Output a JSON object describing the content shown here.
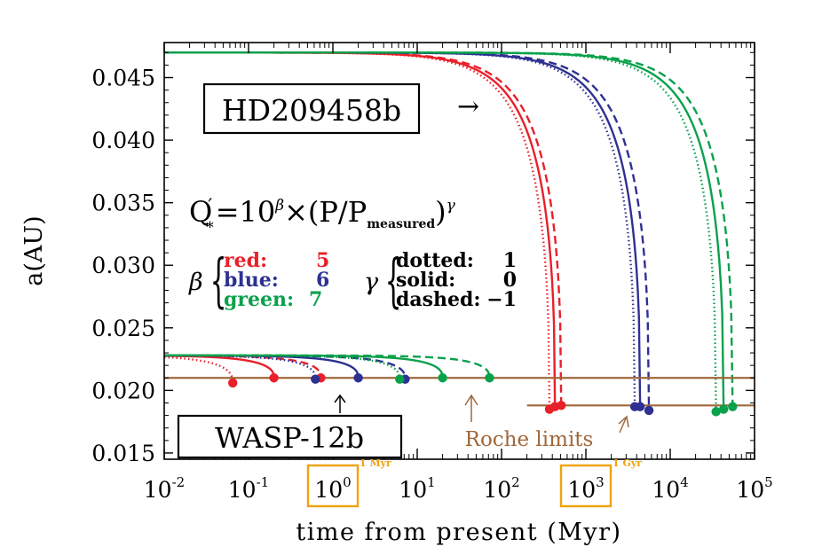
{
  "chart_data": {
    "type": "line",
    "xlabel": "time from present (Myr)",
    "ylabel": "a(AU)",
    "x_scale": "log",
    "xlim": [
      0.01,
      100000
    ],
    "ylim": [
      0.0145,
      0.0478
    ],
    "x_ticks": [
      {
        "value": 0.01,
        "base": "10",
        "exp": "-2"
      },
      {
        "value": 0.1,
        "base": "10",
        "exp": "-1"
      },
      {
        "value": 1,
        "base": "10",
        "exp": "0"
      },
      {
        "value": 10,
        "base": "10",
        "exp": "1"
      },
      {
        "value": 100,
        "base": "10",
        "exp": "2"
      },
      {
        "value": 1000,
        "base": "10",
        "exp": "3"
      },
      {
        "value": 10000,
        "base": "10",
        "exp": "4"
      },
      {
        "value": 100000,
        "base": "10",
        "exp": "5"
      }
    ],
    "y_ticks": [
      {
        "value": 0.015,
        "label": "0.015"
      },
      {
        "value": 0.02,
        "label": "0.020"
      },
      {
        "value": 0.025,
        "label": "0.025"
      },
      {
        "value": 0.03,
        "label": "0.030"
      },
      {
        "value": 0.035,
        "label": "0.035"
      },
      {
        "value": 0.04,
        "label": "0.040"
      },
      {
        "value": 0.045,
        "label": "0.045"
      }
    ],
    "highlight_ticks": [
      {
        "value": 1,
        "note": "1 Myr"
      },
      {
        "value": 1000,
        "note": "1 Gyr"
      }
    ],
    "planets": [
      {
        "name": "HD209458b",
        "a0": 0.047,
        "roche": 0.0188,
        "roche_xmin": 200
      },
      {
        "name": "WASP-12b",
        "a0": 0.0228,
        "roche": 0.021,
        "roche_xmin": 0.01
      }
    ],
    "series": [
      {
        "planet": "HD209458b",
        "beta": "5",
        "gamma": "1",
        "style": "dotted",
        "color": "#e8202a",
        "t_end": 370,
        "a_end": 0.0185
      },
      {
        "planet": "HD209458b",
        "beta": "5",
        "gamma": "0",
        "style": "solid",
        "color": "#e8202a",
        "t_end": 430,
        "a_end": 0.0187
      },
      {
        "planet": "HD209458b",
        "beta": "5",
        "gamma": "-1",
        "style": "dashed",
        "color": "#e8202a",
        "t_end": 510,
        "a_end": 0.0188
      },
      {
        "planet": "HD209458b",
        "beta": "6",
        "gamma": "1",
        "style": "dotted",
        "color": "#2e3192",
        "t_end": 3800,
        "a_end": 0.0187
      },
      {
        "planet": "HD209458b",
        "beta": "6",
        "gamma": "0",
        "style": "solid",
        "color": "#2e3192",
        "t_end": 4400,
        "a_end": 0.0187
      },
      {
        "planet": "HD209458b",
        "beta": "6",
        "gamma": "-1",
        "style": "dashed",
        "color": "#2e3192",
        "t_end": 5600,
        "a_end": 0.0184
      },
      {
        "planet": "HD209458b",
        "beta": "7",
        "gamma": "1",
        "style": "dotted",
        "color": "#0aa14b",
        "t_end": 35000,
        "a_end": 0.0183
      },
      {
        "planet": "HD209458b",
        "beta": "7",
        "gamma": "0",
        "style": "solid",
        "color": "#0aa14b",
        "t_end": 43000,
        "a_end": 0.0185
      },
      {
        "planet": "HD209458b",
        "beta": "7",
        "gamma": "-1",
        "style": "dashed",
        "color": "#0aa14b",
        "t_end": 55000,
        "a_end": 0.0187
      },
      {
        "planet": "WASP-12b",
        "beta": "5",
        "gamma": "1",
        "style": "dotted",
        "color": "#e8202a",
        "t_end": 0.065,
        "a_end": 0.0206
      },
      {
        "planet": "WASP-12b",
        "beta": "5",
        "gamma": "0",
        "style": "solid",
        "color": "#e8202a",
        "t_end": 0.2,
        "a_end": 0.021
      },
      {
        "planet": "WASP-12b",
        "beta": "5",
        "gamma": "-1",
        "style": "dashed",
        "color": "#e8202a",
        "t_end": 0.72,
        "a_end": 0.021
      },
      {
        "planet": "WASP-12b",
        "beta": "6",
        "gamma": "1",
        "style": "dotted",
        "color": "#2e3192",
        "t_end": 0.62,
        "a_end": 0.0209
      },
      {
        "planet": "WASP-12b",
        "beta": "6",
        "gamma": "0",
        "style": "solid",
        "color": "#2e3192",
        "t_end": 2.0,
        "a_end": 0.021
      },
      {
        "planet": "WASP-12b",
        "beta": "6",
        "gamma": "-1",
        "style": "dashed",
        "color": "#2e3192",
        "t_end": 7.2,
        "a_end": 0.0209
      },
      {
        "planet": "WASP-12b",
        "beta": "7",
        "gamma": "1",
        "style": "dotted",
        "color": "#0aa14b",
        "t_end": 6.2,
        "a_end": 0.0209
      },
      {
        "planet": "WASP-12b",
        "beta": "7",
        "gamma": "0",
        "style": "solid",
        "color": "#0aa14b",
        "t_end": 20,
        "a_end": 0.021
      },
      {
        "planet": "WASP-12b",
        "beta": "7",
        "gamma": "-1",
        "style": "dashed",
        "color": "#0aa14b",
        "t_end": 72,
        "a_end": 0.021
      }
    ],
    "roche_color": "#a0673a",
    "highlight_color": "#f0a30a",
    "annotations": {
      "hd_label": "HD209458b",
      "hd_arrow": "→",
      "wasp_label": "WASP-12b",
      "roche_label": "Roche limits",
      "formula_Q": "Q",
      "formula_prime": "′",
      "formula_star": "*",
      "formula_eq": "=10",
      "formula_beta_sup": "β",
      "formula_times": "×(P/P",
      "formula_sub": "measured",
      "formula_close": ")",
      "formula_gamma_sup": "γ",
      "beta_symbol": "β",
      "gamma_symbol": "γ",
      "beta_legend": [
        {
          "name": "red:",
          "value": "5",
          "color": "#e8202a"
        },
        {
          "name": "blue:",
          "value": "6",
          "color": "#2e3192"
        },
        {
          "name": "green:",
          "value": "7",
          "color": "#0aa14b"
        }
      ],
      "gamma_legend": [
        {
          "name": "dotted:",
          "value": "1"
        },
        {
          "name": "solid:",
          "value": "0"
        },
        {
          "name": "dashed:",
          "value": "−1"
        }
      ]
    }
  }
}
